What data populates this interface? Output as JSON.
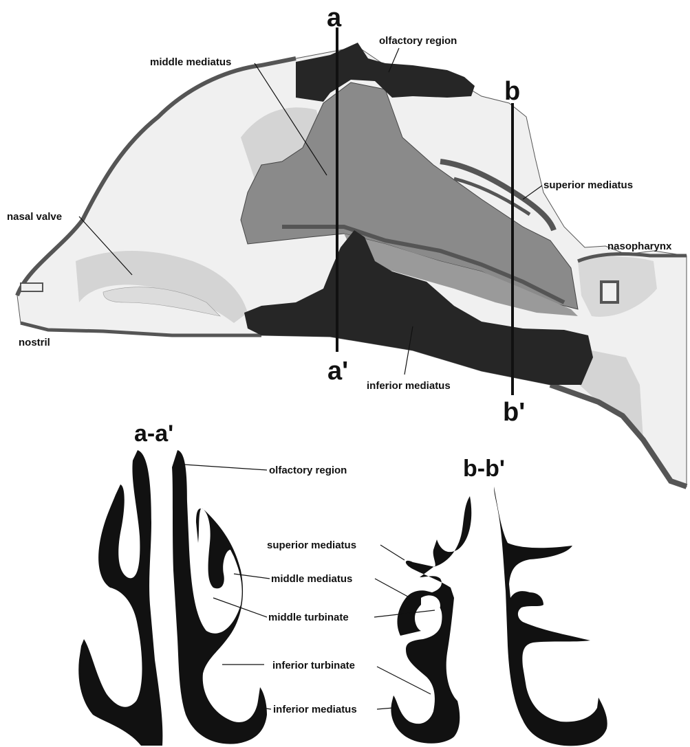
{
  "sagittal": {
    "section_a_top": "a",
    "section_a_bottom": "a'",
    "section_b_top": "b",
    "section_b_bottom": "b'",
    "labels": {
      "olfactory_region": "olfactory region",
      "middle_mediatus": "middle mediatus",
      "superior_mediatus": "superior mediatus",
      "nasal_valve": "nasal valve",
      "nasopharynx": "nasopharynx",
      "nostril": "nostril",
      "inferior_mediatus": "inferior mediatus"
    }
  },
  "section_aa": {
    "title": "a-a'",
    "labels": {
      "olfactory_region": "olfactory region",
      "middle_mediatus": "middle mediatus",
      "middle_turbinate": "middle turbinate",
      "inferior_turbinate": "inferior turbinate",
      "inferior_mediatus": "inferior mediatus"
    }
  },
  "section_bb": {
    "title": "b-b'",
    "labels": {
      "superior_mediatus": "superior mediatus"
    }
  },
  "colors": {
    "background": "#ffffff",
    "very_light": "#f0f0f0",
    "light_gray": "#d4d4d4",
    "mid_gray": "#8a8a8a",
    "dark_gray": "#555555",
    "near_black": "#262626"
  }
}
